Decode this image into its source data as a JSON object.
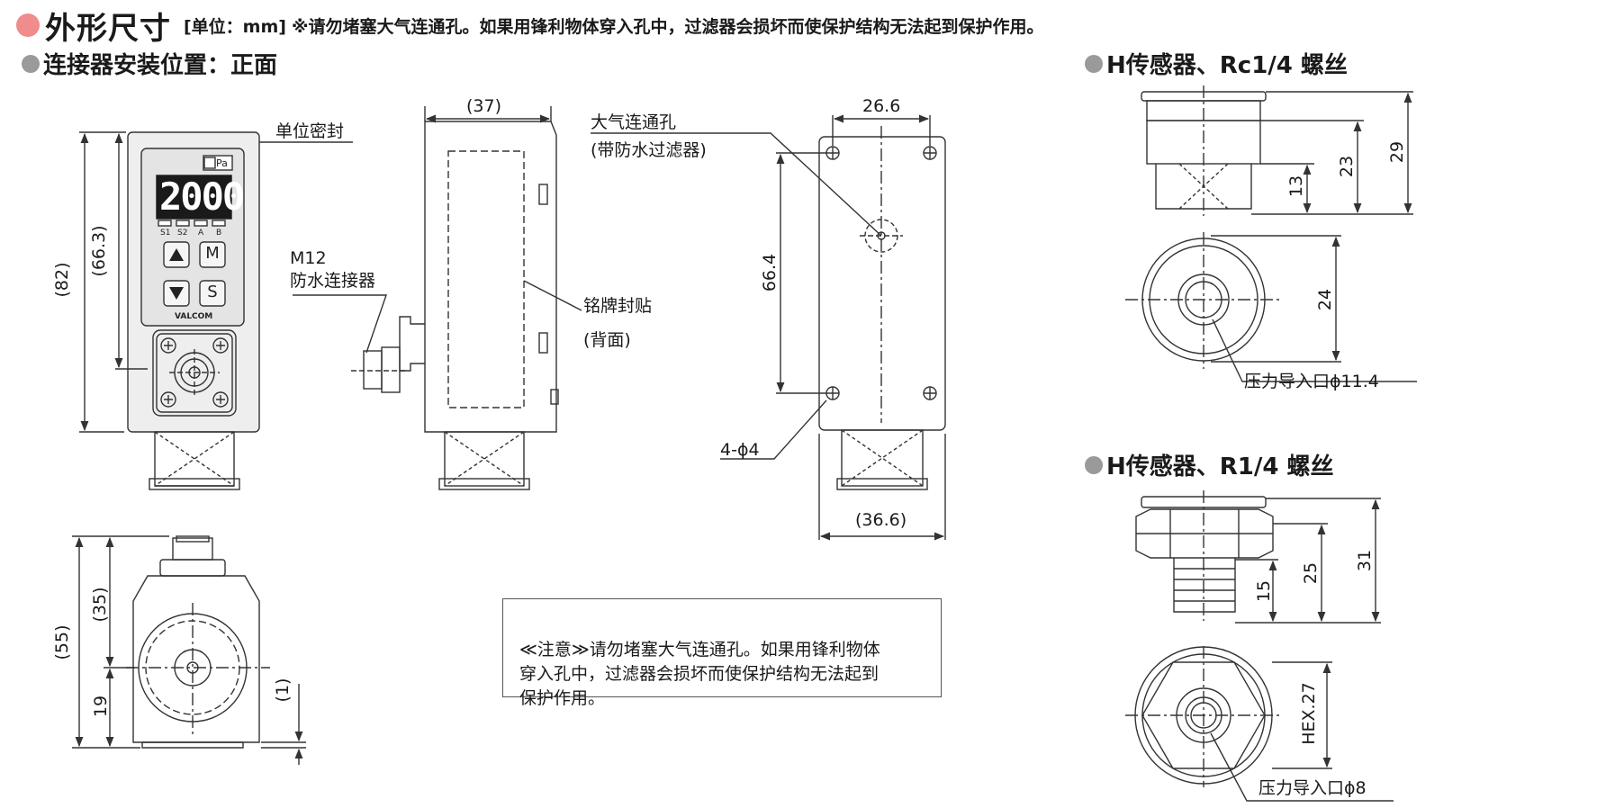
{
  "header": {
    "title": "外形尺寸",
    "unit": "[单位：mm]",
    "warning": "※请勿堵塞大气连通孔。如果用锋利物体穿入孔中，过滤器会损坏而使保护结构无法起到保护作用。"
  },
  "sections": {
    "front": "连接器安装位置：正面",
    "rc14": "H传感器、Rc1/4 螺丝",
    "r14": "H传感器、R1/4 螺丝"
  },
  "front_view": {
    "unit_seal": "单位密封",
    "display": "2000",
    "pa_label": "Pa",
    "led_labels": [
      "S1",
      "S2",
      "A",
      "B"
    ],
    "btn_m": "M",
    "btn_s": "S",
    "brand": "VALCOM",
    "dim_total": "(82)",
    "dim_upper": "(66.3)"
  },
  "side_view": {
    "dim_width": "(37)",
    "connector_title": "M12",
    "connector_sub": "防水连接器",
    "nameplate": "铭牌封贴",
    "nameplate_sub": "(背面)"
  },
  "back_view": {
    "vent_title": "大气连通孔",
    "vent_sub": "(带防水过滤器)",
    "dim_hole_span": "26.6",
    "dim_height": "66.4",
    "holes": "4-ϕ4",
    "dim_width": "(36.6)"
  },
  "bottom_view": {
    "dim_total": "(55)",
    "dim_upper": "(35)",
    "dim_lower": "19",
    "dim_gap": "(1)"
  },
  "rc_view": {
    "dim_13": "13",
    "dim_23": "23",
    "dim_29": "29",
    "dim_24": "24",
    "port_label": "压力导入口ϕ11.4"
  },
  "r_view": {
    "dim_15": "15",
    "dim_25": "25",
    "dim_31": "31",
    "hex": "HEX.27",
    "port_label": "压力导入口ϕ8"
  },
  "note": {
    "text": "≪注意≫请勿堵塞大气连通孔。如果用锋利物体\n穿入孔中，过滤器会损坏而使保护结构无法起到\n保护作用。"
  },
  "colors": {
    "title_dot": "#f08c8c",
    "section_dot": "#9a9a9a",
    "lcd_bg": "#1a1a1a",
    "line": "#333333"
  }
}
